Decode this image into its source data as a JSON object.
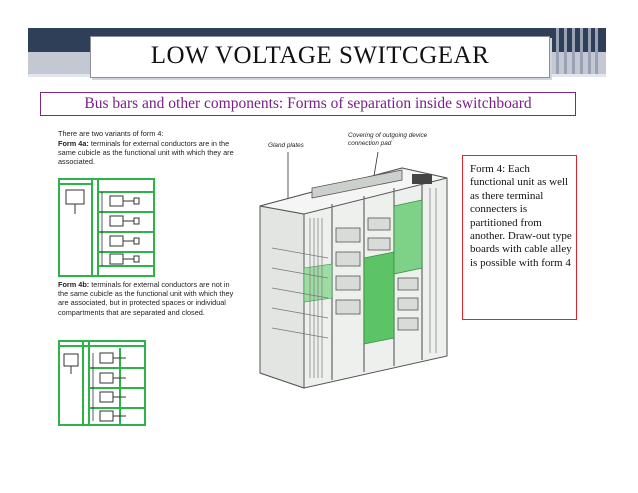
{
  "title": "LOW VOLTAGE SWITCGEAR",
  "subtitle": "Bus bars and other components: Forms of separation inside switchboard",
  "left_panel": {
    "intro": "There are two variants of form 4:",
    "form4a_label": "Form 4a:",
    "form4a_text": " terminals for external conductors are in the same cubicle as the functional unit with which they are associated.",
    "form4b_label": "Form 4b:",
    "form4b_text": " terminals for external conductors are not in the same cubicle as the functional unit with which they are associated, but in protected spaces or individual compartments that are separated and closed."
  },
  "callouts": {
    "gland_plates": "Gland plates",
    "covering": "Covering of outgoing device connection pad"
  },
  "note": "Form 4: Each functional unit as well as there terminal connecters is partitioned from another. Draw-out type boards with cable alley is possible with form 4",
  "colors": {
    "title_band_dark": "#2f3f58",
    "title_band_light": "#c3c8d3",
    "subtitle_border": "#7a2a8c",
    "subtitle_text": "#7a1f8a",
    "note_border": "#e0262b",
    "diagram_green": "#2db34a"
  }
}
